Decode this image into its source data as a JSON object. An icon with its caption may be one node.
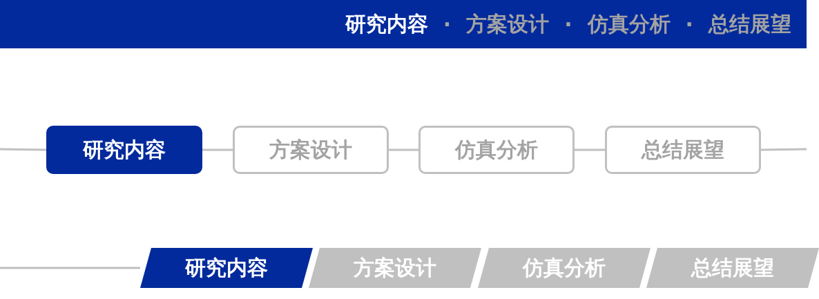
{
  "diagram": {
    "nodes": [
      {
        "text": [
          "研究内容",
          "·",
          "方案设计",
          "·",
          "仿真分析",
          "·",
          "总结展望"
        ]
      },
      {
        "text": [
          "研究内容"
        ]
      },
      {
        "text": [
          "方案设计"
        ]
      },
      {
        "text": [
          "仿真分析"
        ]
      },
      {
        "text": [
          "总结展望"
        ]
      },
      {
        "text": [
          "研究内容"
        ]
      },
      {
        "text": [
          "方案设计"
        ]
      },
      {
        "text": [
          "仿真分析"
        ]
      },
      {
        "text": [
          "总结展望"
        ]
      }
    ],
    "edges": [
      {
        "from": null,
        "to": 1,
        "arrow": "none"
      },
      {
        "from": 1,
        "to": 2,
        "arrow": "none"
      },
      {
        "from": 2,
        "to": 3,
        "arrow": "none"
      },
      {
        "from": 3,
        "to": 4,
        "arrow": "none"
      },
      {
        "from": 4,
        "to": null,
        "arrow": "none"
      },
      {
        "from": null,
        "to": 5,
        "arrow": "none"
      }
    ]
  }
}
